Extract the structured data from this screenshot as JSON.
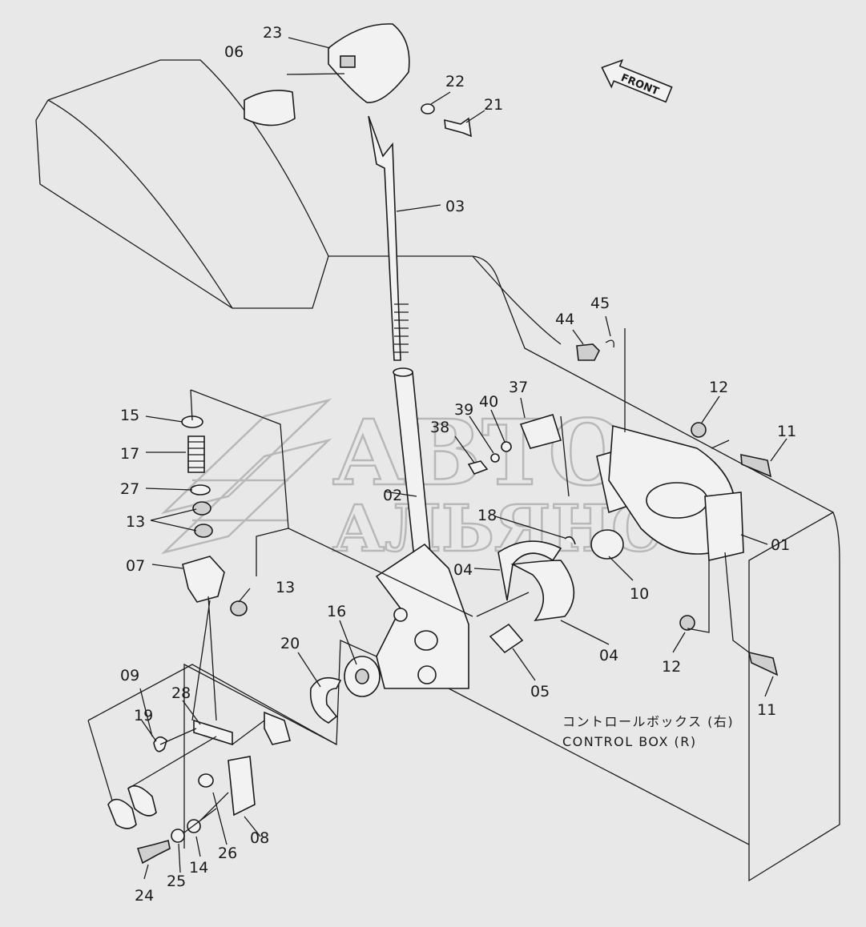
{
  "callouts": [
    "01",
    "02",
    "03",
    "04",
    "04",
    "05",
    "06",
    "07",
    "08",
    "09",
    "10",
    "11",
    "11",
    "12",
    "12",
    "13",
    "13",
    "14",
    "15",
    "16",
    "17",
    "18",
    "19",
    "20",
    "21",
    "22",
    "23",
    "24",
    "25",
    "26",
    "27",
    "28",
    "37",
    "38",
    "39",
    "40",
    "44",
    "45"
  ],
  "front_label": "FRONT",
  "caption": {
    "jp": "コントロールボックス (右)",
    "en": "CONTROL BOX (R)"
  },
  "watermark": {
    "line1": "АВТО",
    "line2": "АЛЬЯНС"
  }
}
